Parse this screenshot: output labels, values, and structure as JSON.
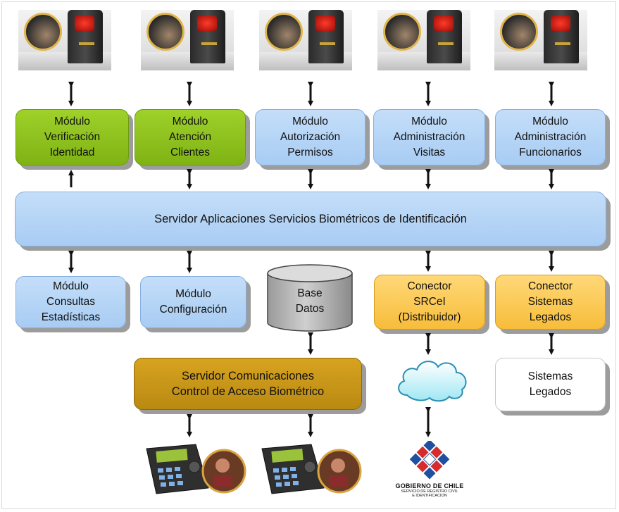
{
  "modules_top": [
    {
      "label": "Módulo\nVerificación\nIdentidad",
      "color": "green"
    },
    {
      "label": "Módulo\nAtención\nClientes",
      "color": "green"
    },
    {
      "label": "Módulo\nAutorización\nPermisos",
      "color": "blue"
    },
    {
      "label": "Módulo\nAdministración\nVisitas",
      "color": "blue"
    },
    {
      "label": "Módulo\nAdministración\nFuncionarios",
      "color": "blue"
    }
  ],
  "server_main": "Servidor Aplicaciones Servicios Biométricos de Identificación",
  "modules_bottom": {
    "consultas": "Módulo\nConsultas\nEstadísticas",
    "configuracion": "Módulo\nConfiguración",
    "base_datos": "Base\nDatos",
    "conector_srcei": "Conector\nSRCeI\n(Distribuidor)",
    "conector_legados": "Conector\nSistemas\nLegados"
  },
  "server_comm": "Servidor Comunicaciones\nControl de Acceso Biométrico",
  "sistemas_legados": "Sistemas\nLegados",
  "gov_logo": {
    "title": "GOBIERNO DE CHILE",
    "subtitle": "SERVICIO DE REGISTRO CIVIL\nE IDENTIFICACION"
  },
  "colors": {
    "green": "#8cc41e",
    "blue": "#b6d5f6",
    "orange": "#fbc955",
    "brown": "#c99a16"
  },
  "icons": [
    "fingerprint-scanner-photo",
    "database-cylinder",
    "cloud-icon",
    "access-terminal-photo",
    "government-logo"
  ]
}
